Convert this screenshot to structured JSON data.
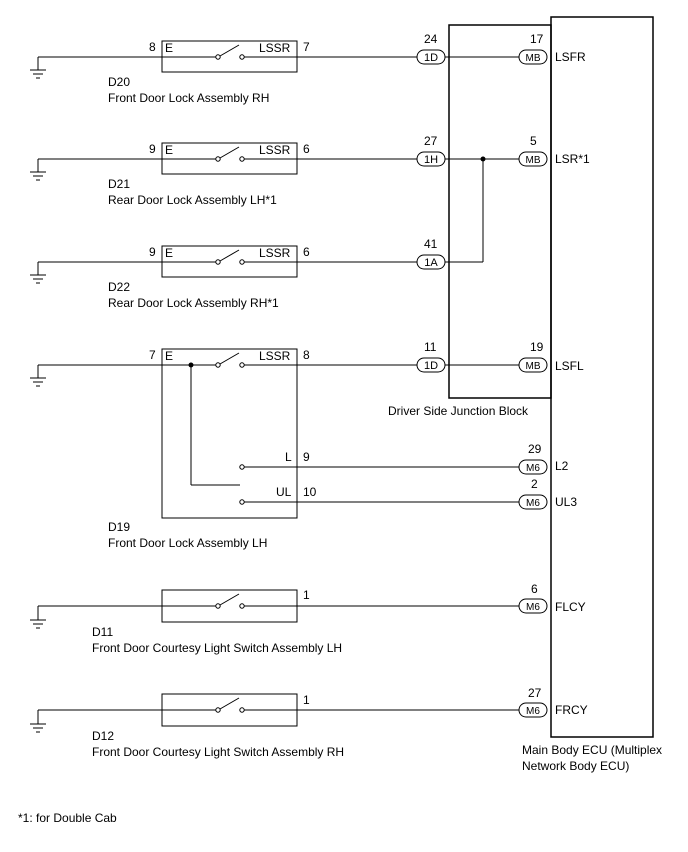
{
  "ecu": {
    "name_line1": "Main Body ECU (Multiplex",
    "name_line2": "Network Body ECU)"
  },
  "junction_block": {
    "name": "Driver Side Junction Block"
  },
  "footnote": "*1: for Double Cab",
  "switches": {
    "d20": {
      "id": "D20",
      "name": "Front Door Lock Assembly RH",
      "pin_e": "8",
      "label_e": "E",
      "label_out": "LSSR",
      "pin_out": "7"
    },
    "d21": {
      "id": "D21",
      "name": "Rear Door Lock Assembly LH*1",
      "pin_e": "9",
      "label_e": "E",
      "label_out": "LSSR",
      "pin_out": "6"
    },
    "d22": {
      "id": "D22",
      "name": "Rear Door Lock Assembly RH*1",
      "pin_e": "9",
      "label_e": "E",
      "label_out": "LSSR",
      "pin_out": "6"
    },
    "d19": {
      "id": "D19",
      "name": "Front Door Lock Assembly LH",
      "pin_e": "7",
      "label_e": "E",
      "label_out": "LSSR",
      "pin_out": "8",
      "label_l": "L",
      "pin_l": "9",
      "label_ul": "UL",
      "pin_ul": "10"
    },
    "d11": {
      "id": "D11",
      "name": "Front Door Courtesy Light Switch Assembly LH",
      "pin_out": "1"
    },
    "d12": {
      "id": "D12",
      "name": "Front Door Courtesy Light Switch Assembly RH",
      "pin_out": "1"
    }
  },
  "jb_connectors": [
    {
      "pin": "24",
      "conn": "1D"
    },
    {
      "pin": "27",
      "conn": "1H"
    },
    {
      "pin": "41",
      "conn": "1A"
    },
    {
      "pin": "11",
      "conn": "1D"
    }
  ],
  "ecu_terminals": [
    {
      "pin": "17",
      "conn": "MB",
      "signal": "LSFR"
    },
    {
      "pin": "5",
      "conn": "MB",
      "signal": "LSR*1"
    },
    {
      "pin": "19",
      "conn": "MB",
      "signal": "LSFL"
    },
    {
      "pin": "29",
      "conn": "M6",
      "signal": "L2"
    },
    {
      "pin": "2",
      "conn": "M6",
      "signal": "UL3"
    },
    {
      "pin": "6",
      "conn": "M6",
      "signal": "FLCY"
    },
    {
      "pin": "27",
      "conn": "M6",
      "signal": "FRCY"
    }
  ]
}
